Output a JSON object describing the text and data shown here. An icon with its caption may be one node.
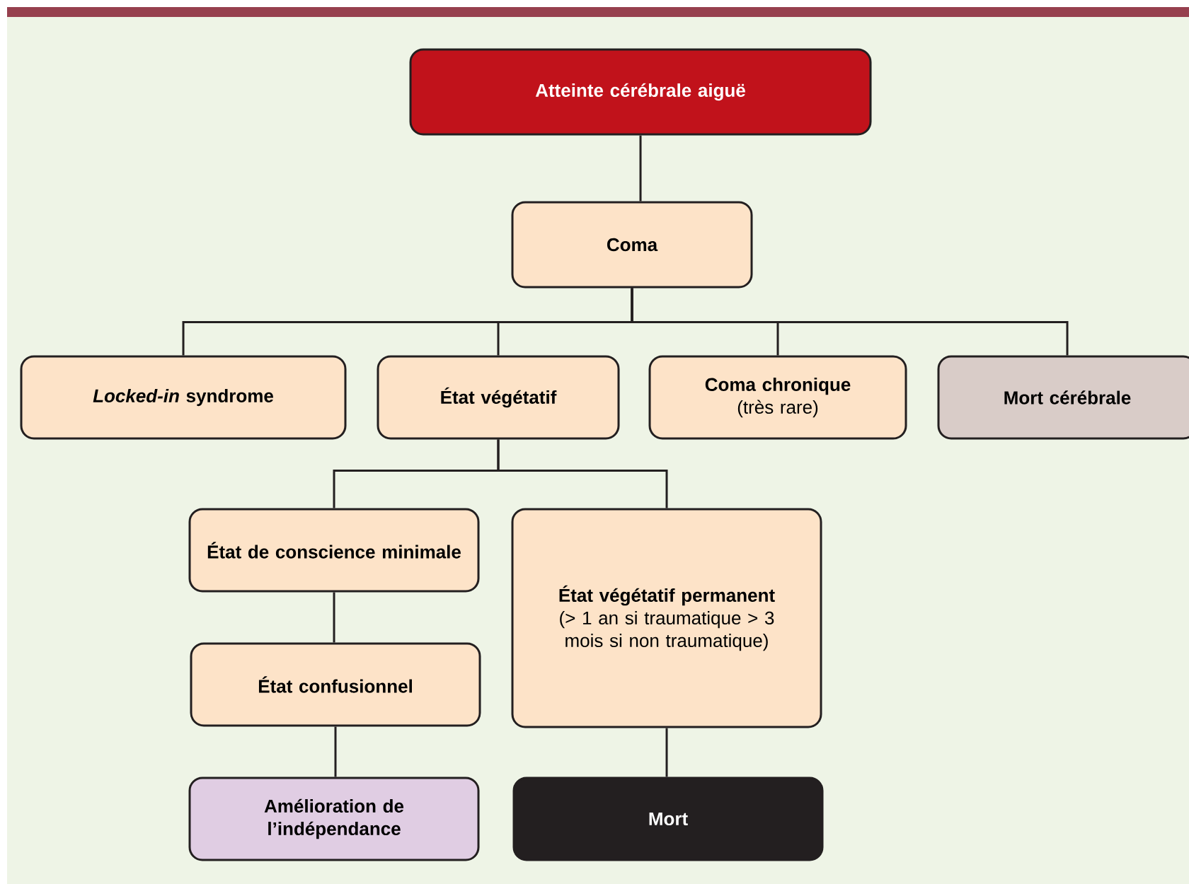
{
  "diagram": {
    "nodes": [
      {
        "text": [
          "Atteinte cérébrale aiguë"
        ]
      },
      {
        "text": [
          "Coma"
        ]
      },
      {
        "text": [
          "*Locked-in* syndrome"
        ]
      },
      {
        "text": [
          "État végétatif"
        ]
      },
      {
        "text": [
          "Coma chronique",
          "(très rare)"
        ]
      },
      {
        "text": [
          "Mort cérébrale"
        ]
      },
      {
        "text": [
          "État de conscience minimale"
        ]
      },
      {
        "text": [
          "État végétatif permanent",
          "(> 1 an si traumatique > 3 mois si non traumatique)"
        ]
      },
      {
        "text": [
          "État confusionnel"
        ]
      },
      {
        "text": [
          "Amélioration de l’indépendance"
        ]
      },
      {
        "text": [
          "Mort"
        ]
      }
    ],
    "edges": [
      {
        "from": 0,
        "to": 1,
        "arrow": "none"
      },
      {
        "from": 1,
        "to": 2,
        "arrow": "none"
      },
      {
        "from": 1,
        "to": 3,
        "arrow": "none"
      },
      {
        "from": 1,
        "to": 4,
        "arrow": "none"
      },
      {
        "from": 1,
        "to": 5,
        "arrow": "none"
      },
      {
        "from": 3,
        "to": 6,
        "arrow": "none"
      },
      {
        "from": 3,
        "to": 7,
        "arrow": "none"
      },
      {
        "from": 6,
        "to": 8,
        "arrow": "none"
      },
      {
        "from": 8,
        "to": 9,
        "arrow": "none"
      },
      {
        "from": 7,
        "to": 10,
        "arrow": "none"
      }
    ]
  }
}
